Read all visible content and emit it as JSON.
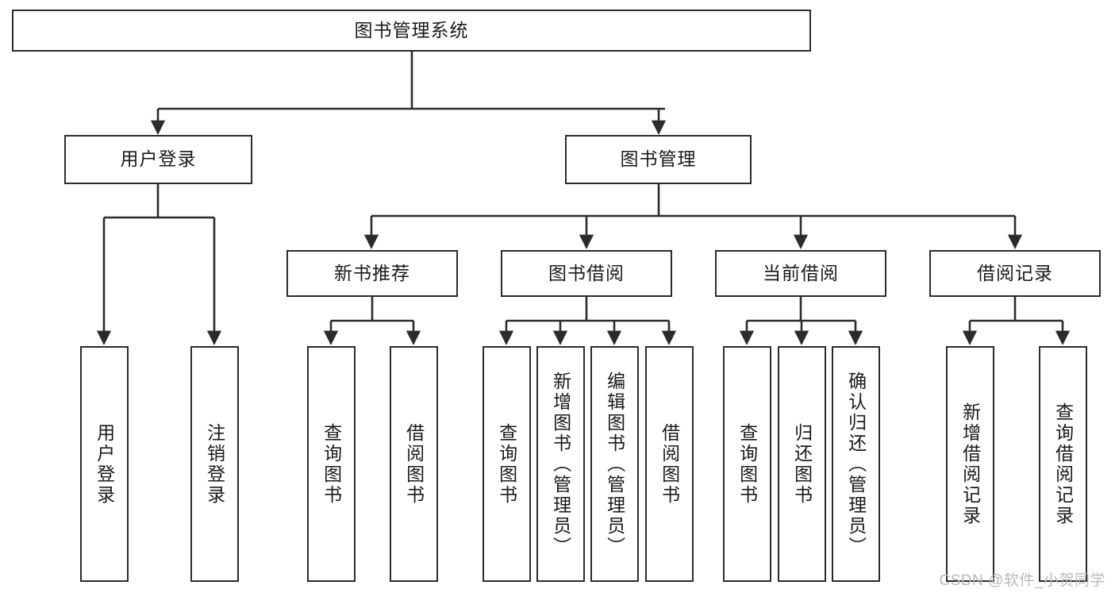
{
  "diagram": {
    "title": "图书管理系统",
    "watermark": "CSDN @软件_小贺同学",
    "colors": {
      "box_border": "#2b2b2b",
      "box_fill": "#ffffff",
      "edge": "#2b2b2b",
      "text": "#1a1a1a",
      "watermark": "#b9b9b9",
      "background": "#ffffff"
    },
    "nodes": {
      "root": {
        "label": "图书管理系统"
      },
      "level2": [
        {
          "label": "用户登录"
        },
        {
          "label": "图书管理"
        }
      ],
      "level3": [
        {
          "label": "新书推荐"
        },
        {
          "label": "图书借阅"
        },
        {
          "label": "当前借阅"
        },
        {
          "label": "借阅记录"
        }
      ],
      "leaves": {
        "user_login": [
          {
            "label": "用户登录"
          },
          {
            "label": "注销登录"
          }
        ],
        "new_book_recommend": [
          {
            "label": "查询图书"
          },
          {
            "label": "借阅图书"
          }
        ],
        "book_borrow": [
          {
            "label": "查询图书"
          },
          {
            "label": "新增图书（管理员）"
          },
          {
            "label": "编辑图书（管理员）"
          },
          {
            "label": "借阅图书"
          }
        ],
        "current_borrow": [
          {
            "label": "查询图书"
          },
          {
            "label": "归还图书"
          },
          {
            "label": "确认归还（管理员）"
          }
        ],
        "borrow_record": [
          {
            "label": "新增借阅记录"
          },
          {
            "label": "查询借阅记录"
          }
        ]
      }
    }
  }
}
